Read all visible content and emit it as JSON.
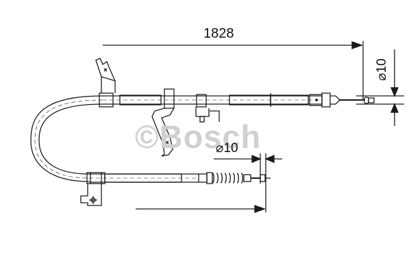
{
  "diagram": {
    "type": "technical-drawing",
    "subject": "handbrake cable",
    "watermark": "©Bosch",
    "dimensions": {
      "overall_length": "1828",
      "end_fitting_diameter_right": "⌀10",
      "end_fitting_diameter_bottom": "⌀10"
    }
  },
  "colors": {
    "line": "#1a1a1a",
    "watermark": "#d0d0d0",
    "background": "#ffffff"
  }
}
